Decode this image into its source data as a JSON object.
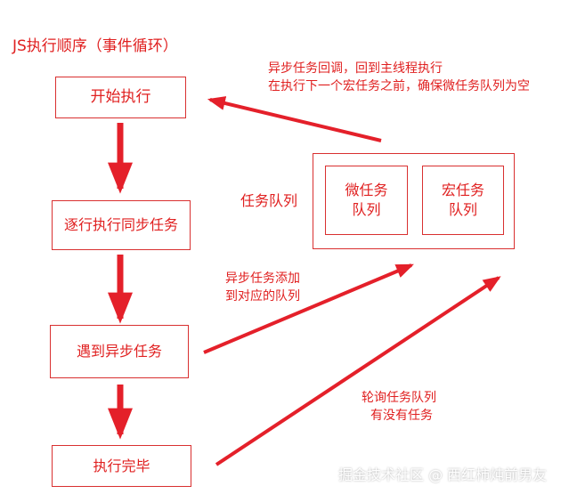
{
  "title": "JS执行顺序（事件循环）",
  "steps": {
    "start": "开始执行",
    "sync": "逐行执行同步任务",
    "async": "遇到异步任务",
    "done": "执行完毕"
  },
  "queue": {
    "label": "任务队列",
    "micro_line1": "微任务",
    "micro_line2": "队列",
    "macro_line1": "宏任务",
    "macro_line2": "队列"
  },
  "notes": {
    "callback_line1": "异步任务回调，回到主线程执行",
    "callback_line2": "在执行下一个宏任务之前，确保微任务队列为空",
    "add_line1": "异步任务添加",
    "add_line2": "到对应的队列",
    "poll_line1": "轮询任务队列",
    "poll_line2": "有没有任务"
  },
  "watermark": "掘金技术社区 @ 西红柿炖前男友",
  "colors": {
    "accent": "#e02020",
    "box_border": "#d93030"
  }
}
